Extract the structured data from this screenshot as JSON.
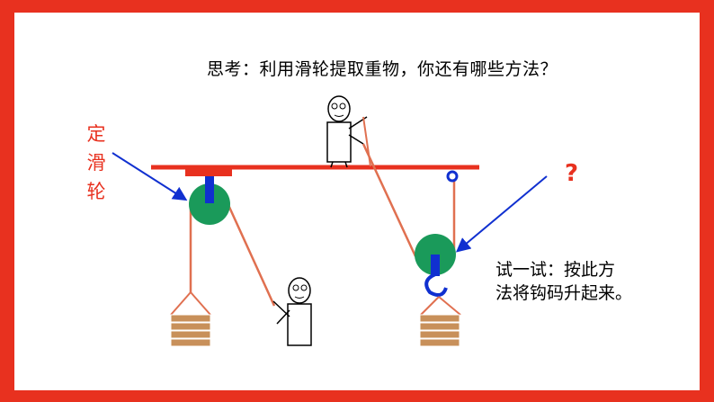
{
  "question": "思考：利用滑轮提取重物，你还有哪些方法？",
  "fixed_pulley_label": "定滑轮",
  "mystery_label": "?",
  "tip_line1": "试一试：按此方",
  "tip_line2": "法将钩码升起来。",
  "colors": {
    "frame": "#e8311f",
    "beam": "#e8311f",
    "rope": "#e07050",
    "pulley": "#1a9a5a",
    "axle": "#1030d0",
    "arrow": "#1030d0",
    "box": "#c8905a"
  }
}
